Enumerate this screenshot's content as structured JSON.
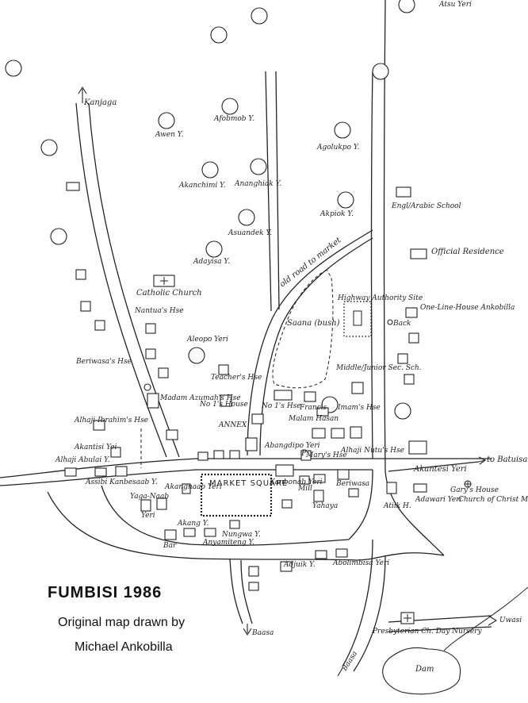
{
  "title": "FUMBISI 1986",
  "credit_line1": "Original map drawn by",
  "credit_line2": "Michael Ankobilla",
  "routes": {
    "kanjaga": "Kanjaga",
    "atsu_yeri": "Atsu Yeri",
    "batuisa": "to Batuisa",
    "uwasi": "Uwasi",
    "baasa_south": "Baasa",
    "baasa_sw": "Baasa",
    "old_road": "old road to market"
  },
  "places": {
    "afobmob": "Afobmob Y.",
    "awen": "Awen Y.",
    "agolukpo": "Agolukpo Y.",
    "akanchimi": "Akanchimi Y.",
    "ananghiak": "Ananghiak Y.",
    "akpiok": "Akpiok Y.",
    "engl_arabic": "Engl/Arabic School",
    "asuandek": "Asuandek Y.",
    "adayisa": "Adayisa Y.",
    "official": "Official Residence",
    "catholic": "Catholic Church",
    "nantuas": "Nantua's Hse",
    "saana": "Saana (bush)",
    "highway_authority": "Highway Authority Site",
    "one_line": "One-Line-House Ankobilla",
    "back": "Back",
    "aleopo": "Aleopo Yeri",
    "beriwasa_hse": "Beriwasa's Hse",
    "teachers": "Teacher's Hse",
    "middle_school": "Middle/Junior Sec. Sch.",
    "madam": "Madam Azumah's Hse",
    "no1_house": "No 1's House",
    "no1_hse": "No 1's Hse",
    "francis": "Francis",
    "imams": "Imam's Hse",
    "malam": "Malam Hasan",
    "annex": "ANNEX",
    "alhaji_ibrahim": "Alhaji Ibrahim's Hse",
    "akantisi": "Akantisi Yei",
    "abangdipo": "Abangdipo Yeri",
    "alhaji_nutus": "Alhaji Nutu's Hse",
    "akantesi": "Akantesi Yeri",
    "alhaji_abulai": "Alhaji Abulai Y.",
    "assibi": "Assibi Kanbesaab Y.",
    "marys": "Mary's Hse",
    "p_mark": "P",
    "market": "MARKET SQUARE",
    "yaga_naab": "Yaga-Naab",
    "yeri_small": "Yeri",
    "akangnaab": "Akangnaab Yeri",
    "kanbonab": "Kanbonab Yeri",
    "mill": "Mill",
    "beriwasa": "Beriwasa",
    "yahaya": "Yahaya",
    "atiik": "Atiik H.",
    "adawari": "Adawari Yeri",
    "garys": "Gary's House",
    "church_christ": "Church of Christ Mission",
    "akang": "Akang Y.",
    "nungwa": "Nungwa Y.",
    "bar": "Bar",
    "anyamiteng": "Anyamiteng Y.",
    "adjuik": "Adjuik Y.",
    "abolimbisa": "Abolimbisa Yeri",
    "presbyterian": "Presbyterian Ch. Day Nursery",
    "dam": "Dam"
  }
}
